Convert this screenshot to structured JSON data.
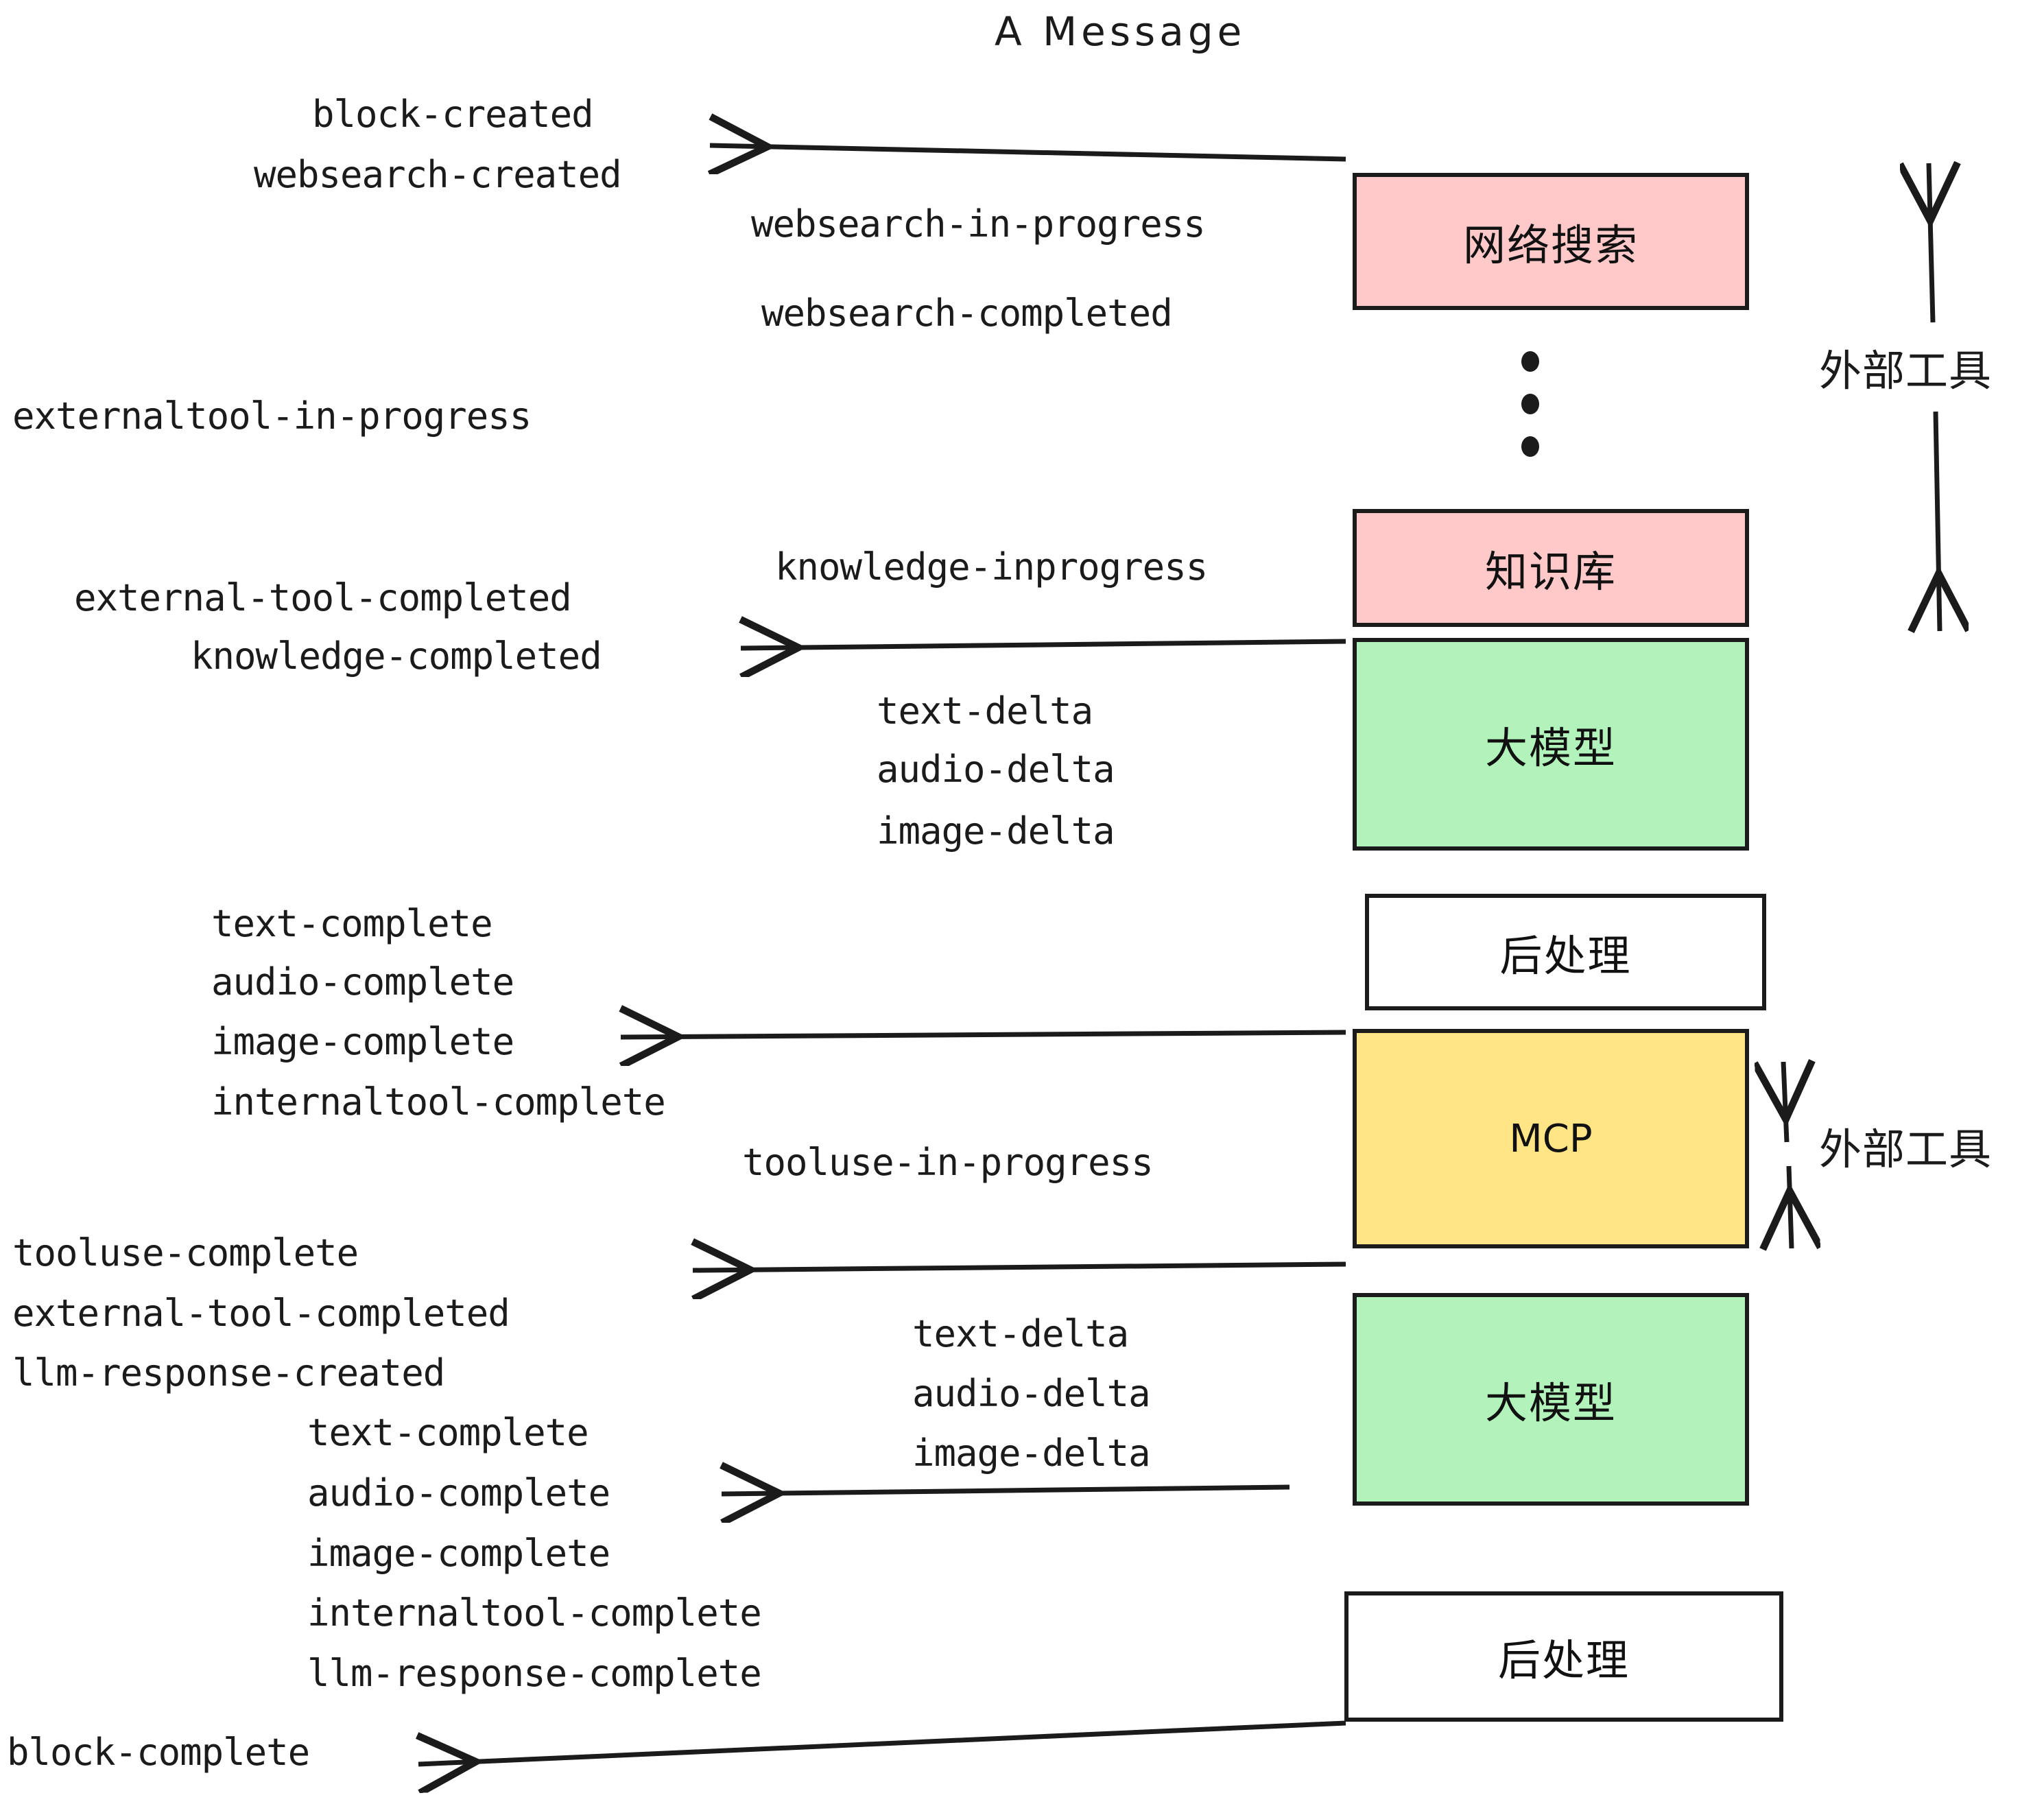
{
  "title": "A Message",
  "events": {
    "block_created": "block-created",
    "websearch_created": "websearch-created",
    "websearch_in_progress": "websearch-in-progress",
    "websearch_completed": "websearch-completed",
    "externaltool_in_progress": "externaltool-in-progress",
    "knowledge_inprogress": "knowledge-inprogress",
    "external_tool_completed_1": "external-tool-completed",
    "knowledge_completed": "knowledge-completed",
    "text_delta_1": "text-delta",
    "audio_delta_1": "audio-delta",
    "image_delta_1": "image-delta",
    "text_complete_1": "text-complete",
    "audio_complete_1": "audio-complete",
    "image_complete_1": "image-complete",
    "internaltool_complete_1": "internaltool-complete",
    "tooluse_in_progress": "tooluse-in-progress",
    "tooluse_complete": "tooluse-complete",
    "external_tool_completed_2": "external-tool-completed",
    "llm_response_created": "llm-response-created",
    "text_delta_2": "text-delta",
    "audio_delta_2": "audio-delta",
    "image_delta_2": "image-delta",
    "text_complete_2": "text-complete",
    "audio_complete_2": "audio-complete",
    "image_complete_2": "image-complete",
    "internaltool_complete_2": "internaltool-complete",
    "llm_response_complete": "llm-response-complete",
    "block_complete": "block-complete"
  },
  "nodes": {
    "websearch": "网络搜索",
    "knowledge": "知识库",
    "llm_1": "大模型",
    "postprocess_1": "后处理",
    "mcp": "MCP",
    "llm_2": "大模型",
    "postprocess_2": "后处理"
  },
  "annotations": {
    "external_tools_top": "外部工具",
    "external_tools_bottom": "外部工具"
  },
  "colors": {
    "pink": "#FFC9C9",
    "green": "#B2F2BB",
    "yellow": "#FFE585",
    "white": "#FFFFFF",
    "stroke": "#1B1B1B"
  }
}
